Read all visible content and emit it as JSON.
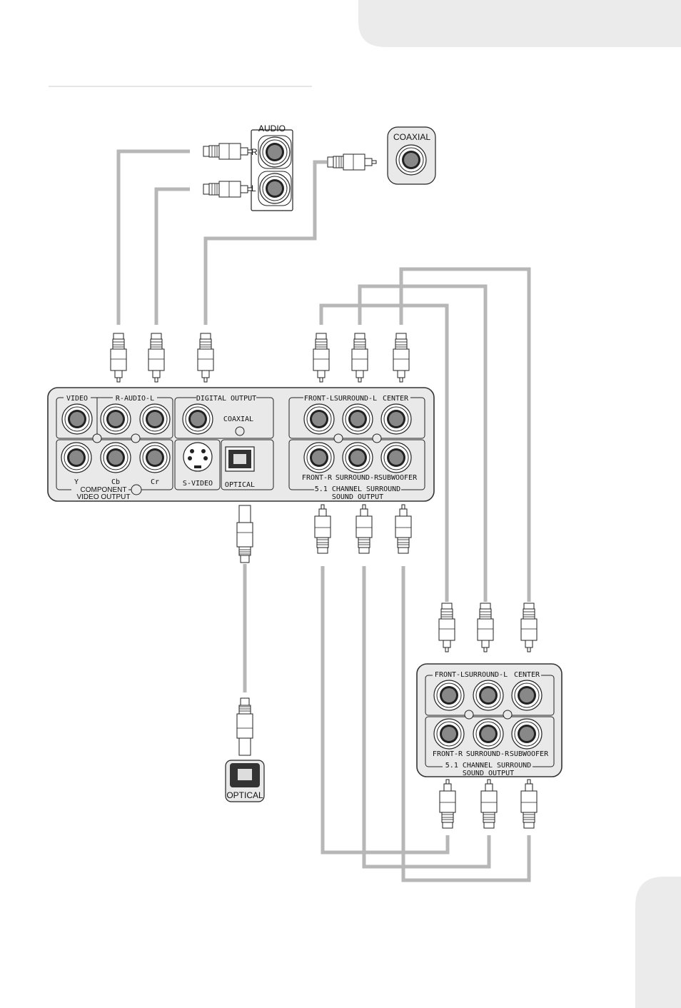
{
  "tab_shapes": {
    "top_right": "gray-tab",
    "bottom_right": "gray-tab"
  },
  "tv_audio": {
    "title": "AUDIO",
    "r": "R",
    "l": "L"
  },
  "coaxial_jack": {
    "label": "COAXIAL"
  },
  "optical_jack": {
    "label": "OPTICAL"
  },
  "player_panel": {
    "video": "VIDEO",
    "r_audio_l": "R-AUDIO-L",
    "digital_output": "DIGITAL OUTPUT",
    "coaxial": "COAXIAL",
    "s_video": "S-VIDEO",
    "optical": "OPTICAL",
    "y": "Y",
    "cb": "Cb",
    "cr": "Cr",
    "component_1": "COMPONENT",
    "component_2": "VIDEO OUTPUT",
    "front_l": "FRONT-L",
    "surround_l": "SURROUND-L",
    "center": "CENTER",
    "front_r": "FRONT-R",
    "surround_r": "SURROUND-R",
    "subwoofer": "SUBWOOFER",
    "surround_title_1": "5.1 CHANNEL SURROUND",
    "surround_title_2": "SOUND OUTPUT"
  },
  "amp_panel": {
    "front_l": "FRONT-L",
    "surround_l": "SURROUND-L",
    "center": "CENTER",
    "front_r": "FRONT-R",
    "surround_r": "SURROUND-R",
    "subwoofer": "SUBWOOFER",
    "title_1": "5.1 CHANNEL SURROUND",
    "title_2": "SOUND OUTPUT"
  },
  "colors": {
    "cable": "#b7b7b7",
    "panel": "#e9e9e9",
    "tab": "#ebebeb"
  }
}
